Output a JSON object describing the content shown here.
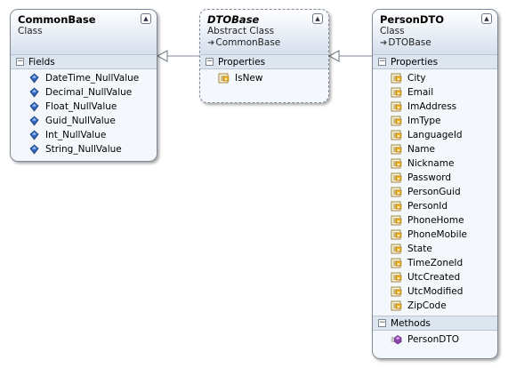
{
  "colors": {
    "border": "#7f8a96",
    "header_gradient_top": "#ffffff",
    "header_gradient_bottom": "#d6dfec",
    "section_bg": "#dde5ef",
    "field_icon": "#2f63b8",
    "property_icon": "#e0a020",
    "method_icon": "#8e44ad"
  },
  "boxes": {
    "common_base": {
      "name": "CommonBase",
      "kind": "Class",
      "fields_label": "Fields",
      "fields": [
        "DateTime_NullValue",
        "Decimal_NullValue",
        "Float_NullValue",
        "Guid_NullValue",
        "Int_NullValue",
        "String_NullValue"
      ]
    },
    "dto_base": {
      "name": "DTOBase",
      "kind": "Abstract Class",
      "base": "CommonBase",
      "properties_label": "Properties",
      "properties": [
        "IsNew"
      ]
    },
    "person_dto": {
      "name": "PersonDTO",
      "kind": "Class",
      "base": "DTOBase",
      "properties_label": "Properties",
      "properties": [
        "City",
        "Email",
        "ImAddress",
        "ImType",
        "LanguageId",
        "Name",
        "Nickname",
        "Password",
        "PersonGuid",
        "PersonId",
        "PhoneHome",
        "PhoneMobile",
        "State",
        "TimeZoneId",
        "UtcCreated",
        "UtcModified",
        "ZipCode"
      ],
      "methods_label": "Methods",
      "methods": [
        "PersonDTO"
      ]
    }
  },
  "icons": {
    "collapse": "double-chevron-up-icon",
    "section_toggle": "minus-icon",
    "field": "field-diamond-icon",
    "property": "property-icon",
    "method": "method-icon",
    "inheritance": "inherit-arrow-icon"
  }
}
